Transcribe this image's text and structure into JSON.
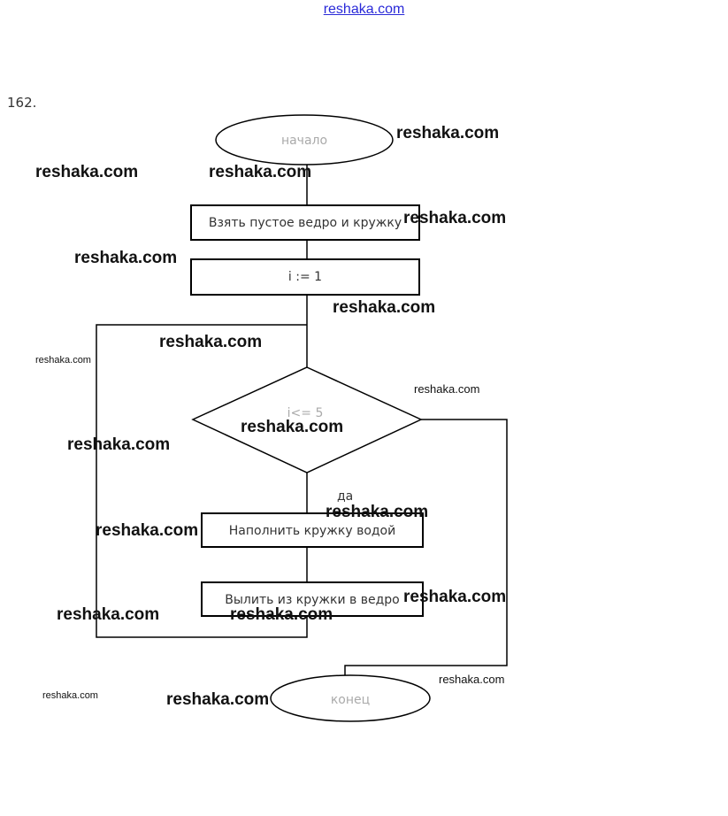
{
  "site_link": "reshaka.com",
  "task_number": "162.",
  "flowchart": {
    "start": "начало",
    "step_take": "Взять пустое ведро и кружку",
    "step_init": "i := 1",
    "condition": "i<= 5",
    "yes_label": "да",
    "step_fill": "Наполнить кружку водой",
    "step_pour": "Вылить из кружки в ведро",
    "end": "конец"
  },
  "watermark": "reshaka.com"
}
